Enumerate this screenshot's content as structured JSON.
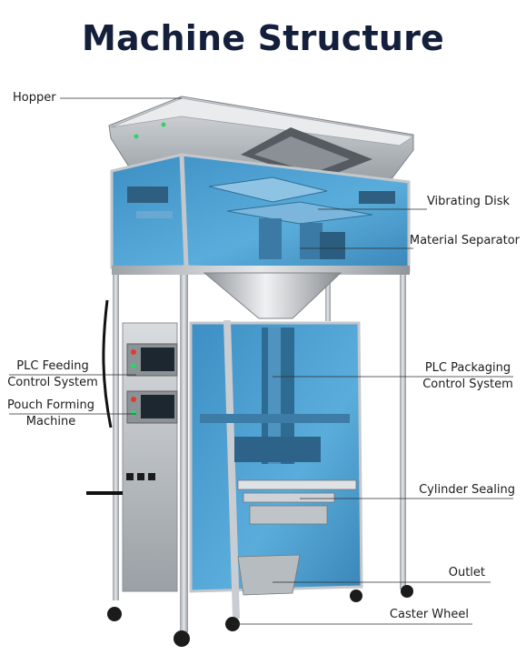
{
  "title": "Machine Structure",
  "colors": {
    "title": "#141f3b",
    "glass": "#4a9fd0",
    "steel": "#b9bdc1"
  },
  "labels": {
    "hopper": "Hopper",
    "vibrating_disk": "Vibrating Disk",
    "material_separator": "Material Separator",
    "plc_feeding": [
      "PLC Feeding",
      "Control System"
    ],
    "pouch_forming": [
      "Pouch Forming",
      "Machine"
    ],
    "plc_packaging": [
      "PLC Packaging",
      "Control System"
    ],
    "cylinder_sealing": "Cylinder Sealing",
    "outlet": "Outlet",
    "caster_wheel": "Caster Wheel"
  }
}
